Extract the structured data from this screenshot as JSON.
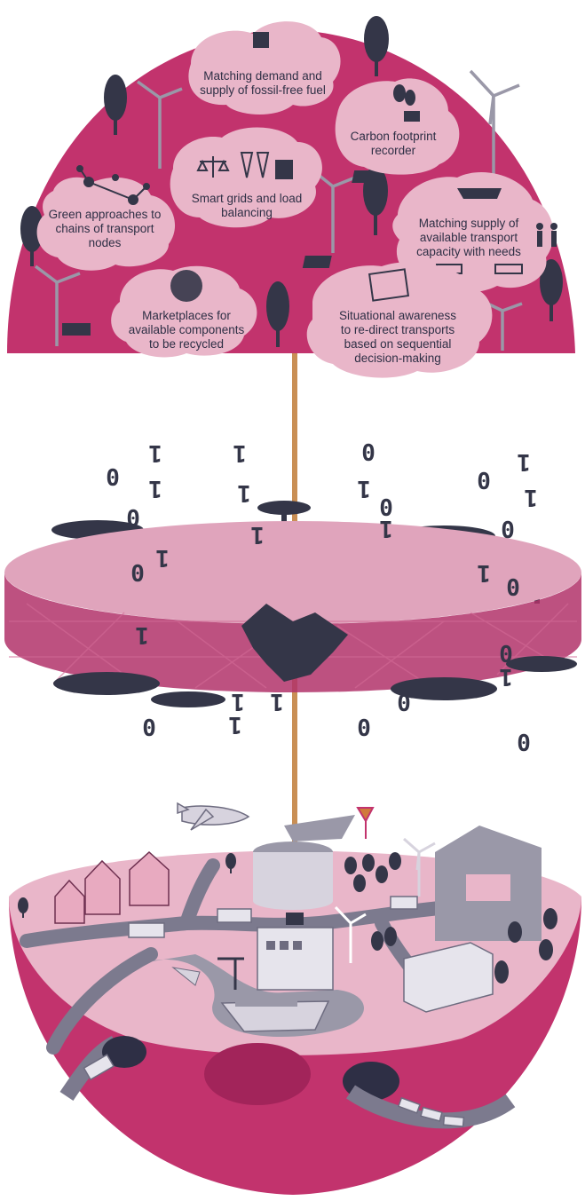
{
  "colors": {
    "magenta": "#c2336d",
    "deep_magenta": "#9d1f55",
    "pale_pink": "#e9b6c9",
    "light_pink": "#f0c7d6",
    "navy": "#343648",
    "grey": "#9a98a8",
    "tan_pole": "#c98f55",
    "road": "#7c7a8e"
  },
  "upper_dome": {
    "bubbles": [
      {
        "id": "fossil-free-fuel",
        "lines": [
          "Matching demand and",
          "supply of fossil-free fuel"
        ]
      },
      {
        "id": "carbon-footprint",
        "lines": [
          "Carbon footprint",
          "recorder"
        ]
      },
      {
        "id": "smart-grids",
        "lines": [
          "Smart grids and load",
          "balancing"
        ]
      },
      {
        "id": "green-approaches",
        "lines": [
          "Green approaches to",
          "chains of transport",
          "nodes"
        ]
      },
      {
        "id": "transport-capacity",
        "lines": [
          "Matching supply of",
          "available transport",
          "capacity with needs"
        ]
      },
      {
        "id": "marketplaces",
        "lines": [
          "Marketplaces for",
          "available components",
          "to be recycled"
        ]
      },
      {
        "id": "situational-awareness",
        "lines": [
          "Situational awareness",
          "to re-direct transports",
          "based on sequential",
          "decision-making"
        ]
      }
    ]
  },
  "middle_layer": {
    "icon": "handshake-icon",
    "binary_digits": [
      "1",
      "0",
      "1",
      "1",
      "1",
      "0",
      "1",
      "0",
      "1",
      "1",
      "0",
      "1",
      "0",
      "1",
      "1",
      "0",
      "0",
      "1",
      "0",
      "1",
      "0",
      "1",
      "0",
      "1",
      "1",
      "0",
      "1",
      "0",
      "0"
    ]
  },
  "lower_city": {
    "elements": [
      "houses",
      "round-building",
      "office-building",
      "port-building",
      "apartment-building",
      "ship",
      "airplane",
      "wind-turbine",
      "truck",
      "train",
      "trees",
      "roads"
    ]
  }
}
